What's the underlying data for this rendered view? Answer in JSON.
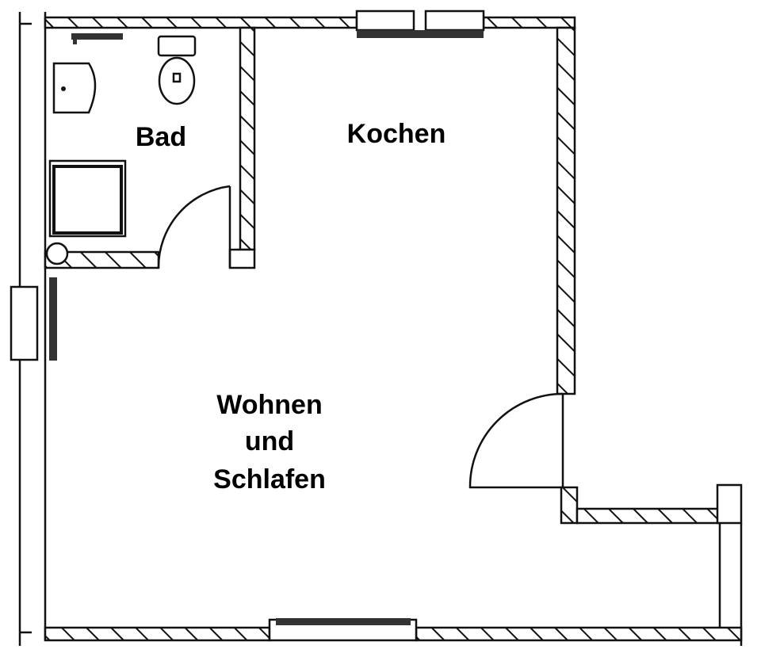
{
  "plan": {
    "rooms": {
      "bath": "Bad",
      "kitchen": "Kochen",
      "living_line1": "Wohnen",
      "living_line2": "und",
      "living_line3": "Schlafen"
    }
  }
}
